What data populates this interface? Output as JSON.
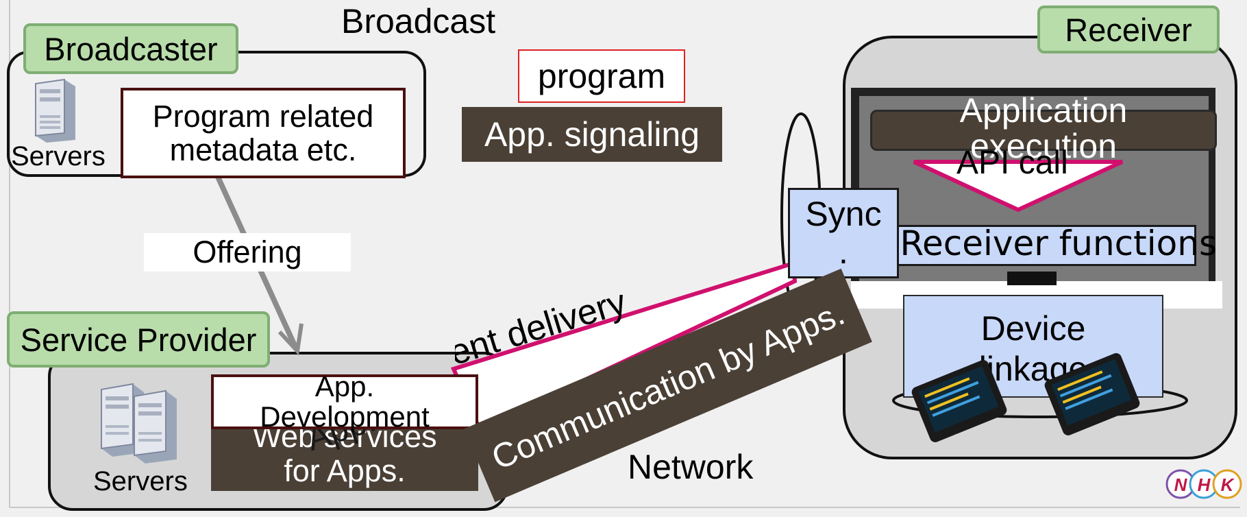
{
  "labels": {
    "broadcast": "Broadcast",
    "broadcaster": "Broadcaster",
    "receiver": "Receiver",
    "service_provider": "Service Provider",
    "servers_top": "Servers",
    "servers_bottom": "Servers",
    "program": "program",
    "app_signaling": "App. signaling",
    "program_metadata_line1": "Program related",
    "program_metadata_line2": "metadata etc.",
    "offering": "Offering",
    "application_execution_line1": "Application",
    "application_execution_line2": "execution",
    "api_call": "API call",
    "sync_line1": "Sync",
    "sync_line2": ".",
    "receiver_functions": "Receiver functions",
    "device_linkage_line1": "Device",
    "device_linkage_line2": "linkage",
    "app_development_line1": "App.",
    "app_development_line2": "Development",
    "web_services_line1": "Web services",
    "web_services_line2": "for Apps.",
    "app_overlay": "App.",
    "content_delivery": "Content delivery",
    "communication_by_apps": "Communication by Apps.",
    "network": "Network",
    "logo_letters": [
      "N",
      "H",
      "K"
    ]
  },
  "colors": {
    "background": "#f0f0f0",
    "green_label": "#b8dcaa",
    "dark_box": "#4a4036",
    "blue_box": "#c8d8f8",
    "magenta": "#d0106e",
    "grey_panel": "#d4d4d4"
  }
}
